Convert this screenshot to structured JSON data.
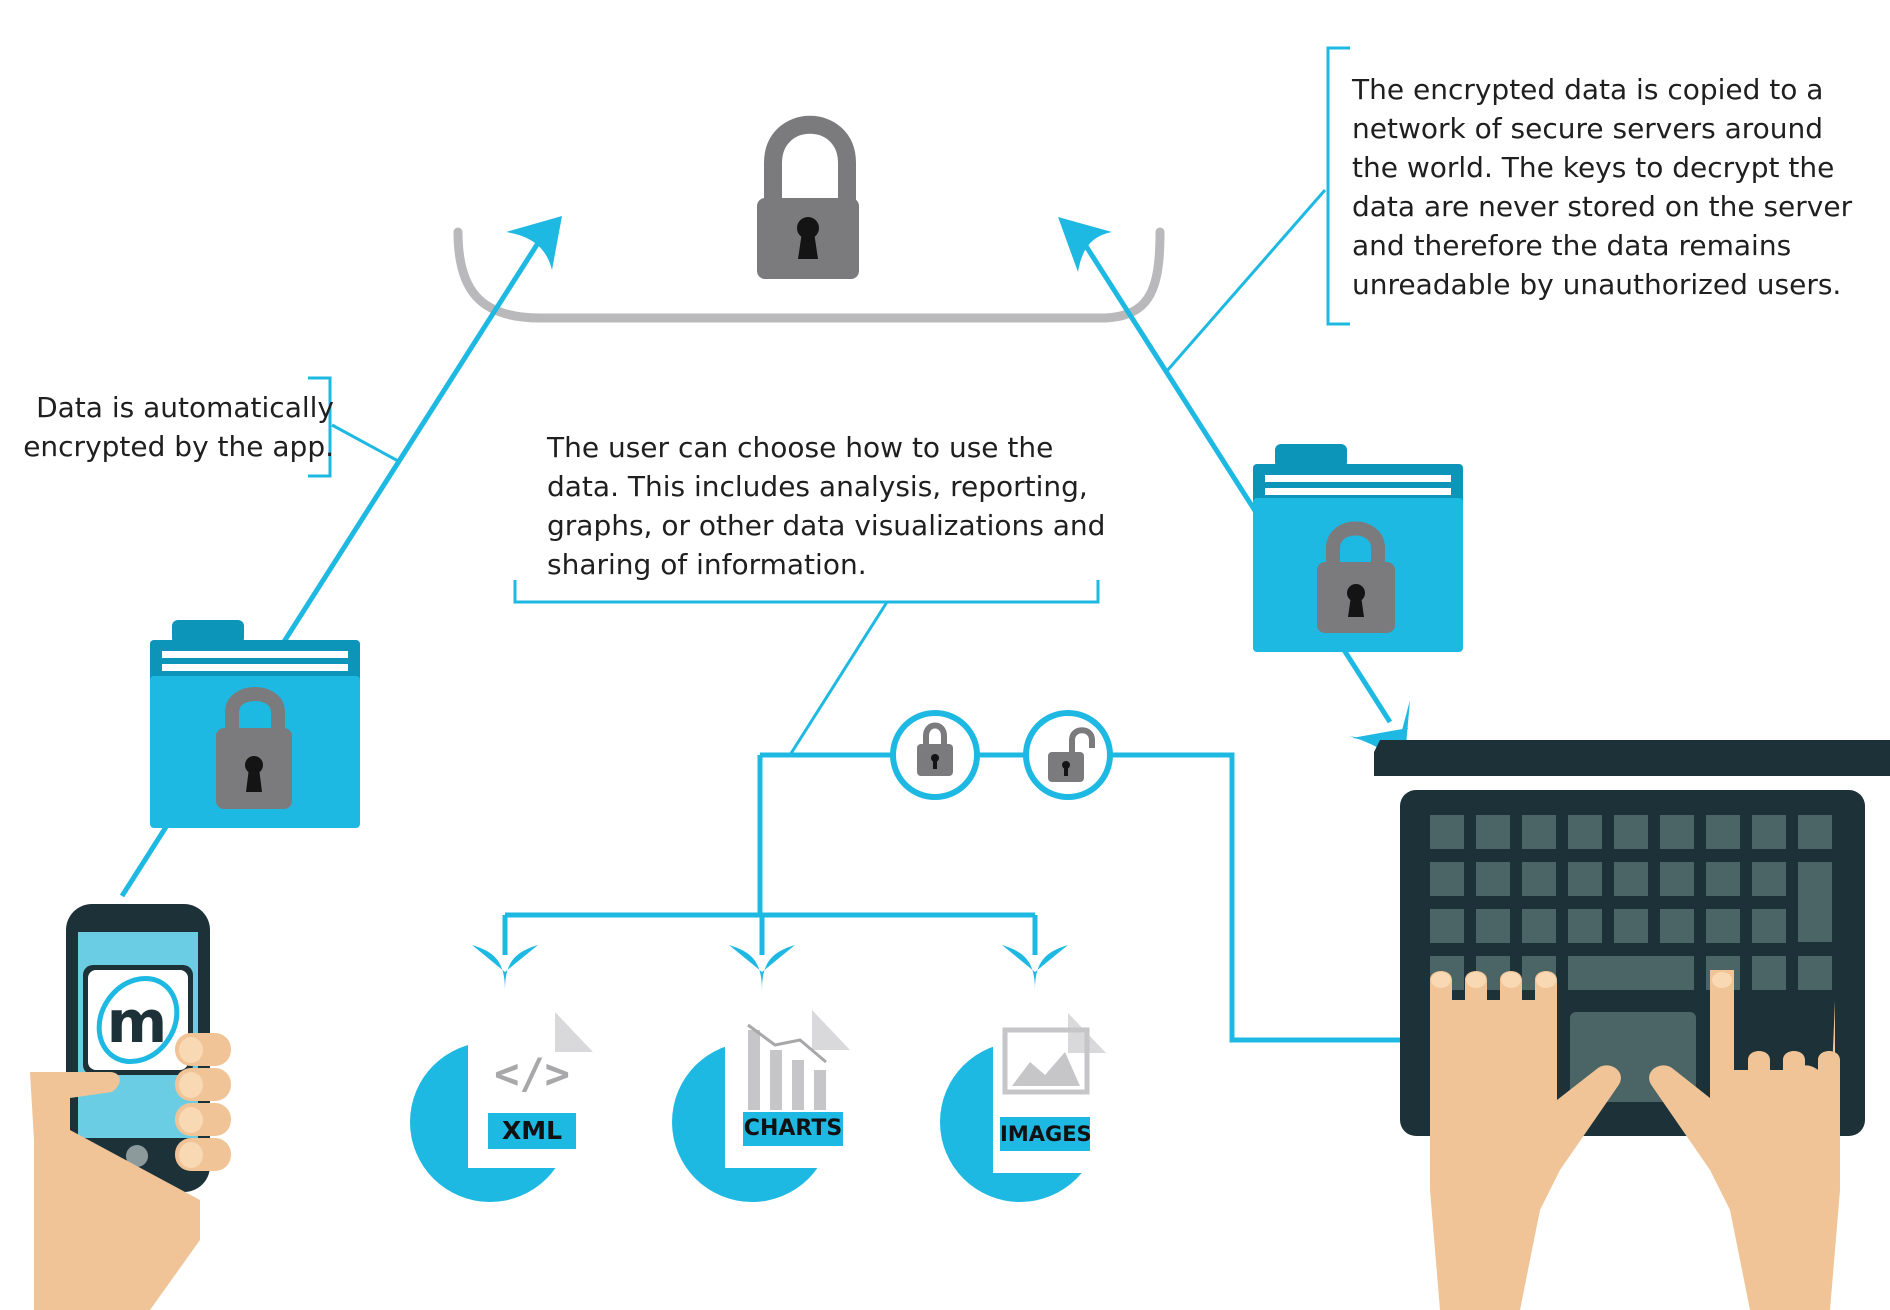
{
  "captions": {
    "encrypt": [
      "Data is automatically",
      "encrypted by the app."
    ],
    "server": [
      "The encrypted data is copied to a",
      "network of secure servers around",
      "the world. The keys to decrypt the",
      "data are never stored on the server",
      "and therefore the data remains",
      "unreadable by unauthorized users."
    ],
    "user": [
      "The user can choose how to use the",
      "data. This includes analysis, reporting,",
      "graphs, or other data visualizations and",
      "sharing of information."
    ]
  },
  "outputs": {
    "xml": {
      "label": "XML",
      "symbol": "</>"
    },
    "charts": {
      "label": "CHARTS"
    },
    "images": {
      "label": "IMAGES"
    }
  },
  "logo_letter": "m",
  "icons": [
    "lock-icon",
    "folder-icon",
    "smartphone-icon",
    "laptop-icon",
    "unlock-icon",
    "document-icon",
    "hand-icon"
  ],
  "colors": {
    "accent_blue": "#1eb9e2",
    "dark_blue": "#0d95b9",
    "lock_gray": "#7b7b7d",
    "arc_gray": "#b9b9bb",
    "laptop_dark": "#1c3238",
    "key_gray": "#4b6567",
    "skin": "#f0c496",
    "text": "#1f1f1f"
  }
}
